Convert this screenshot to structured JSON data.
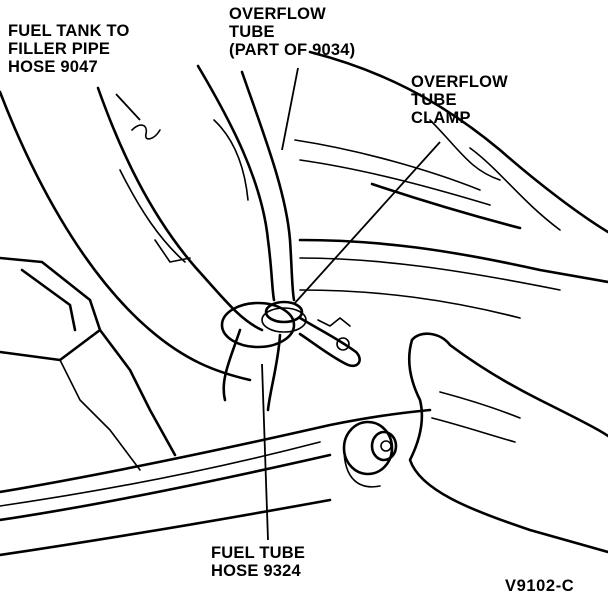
{
  "labels": {
    "filler_pipe_hose": [
      "FUEL TANK TO",
      "FILLER PIPE",
      "HOSE 9047"
    ],
    "overflow_tube": [
      "OVERFLOW",
      "TUBE",
      "(PART OF 9034)"
    ],
    "overflow_tube_clamp": [
      "OVERFLOW",
      "TUBE",
      "CLAMP"
    ],
    "fuel_tube_hose": [
      "FUEL TUBE",
      "HOSE 9324"
    ]
  },
  "figure_id": "V9102-C"
}
